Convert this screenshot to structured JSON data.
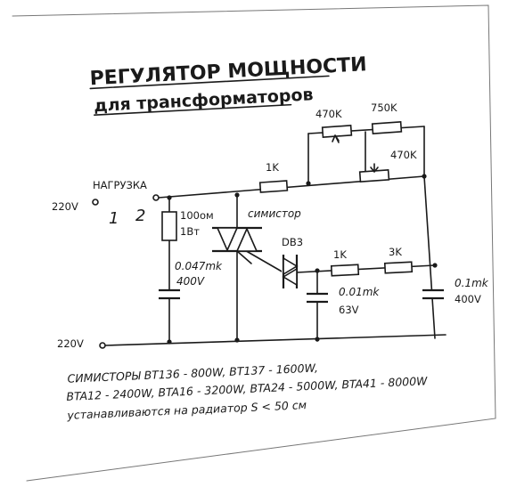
{
  "title": "РЕГУЛЯТОР МОЩНОСТИ",
  "subtitle": "для трансформаторов",
  "labels": {
    "r_470k_top": "470K",
    "r_750k": "750K",
    "pot_470k": "470K",
    "r_1k_top": "1K",
    "load": "НАГРУЗКА",
    "v220_top": "220V",
    "term_1": "1",
    "term_2": "2",
    "r_100_value": "100ом",
    "r_100_power": "1Вт",
    "triac": "симистор",
    "c1_value": "0.047mk",
    "c1_voltage": "400V",
    "diac": "DB3",
    "r_1k_mid": "1K",
    "r_3k": "3K",
    "c2_value": "0.01mk",
    "c2_voltage": "63V",
    "c3_value": "0.1mk",
    "c3_voltage": "400V",
    "v220_bottom": "220V"
  },
  "notes": {
    "line1": "СИМИСТОРЫ  BT136 - 800W, BT137 - 1600W,",
    "line2": "BTA12 - 2400W, BTA16 - 3200W, BTA24 - 5000W, BTA41 - 8000W",
    "line3": "устанавливаются на радиатор S < 50 см"
  }
}
